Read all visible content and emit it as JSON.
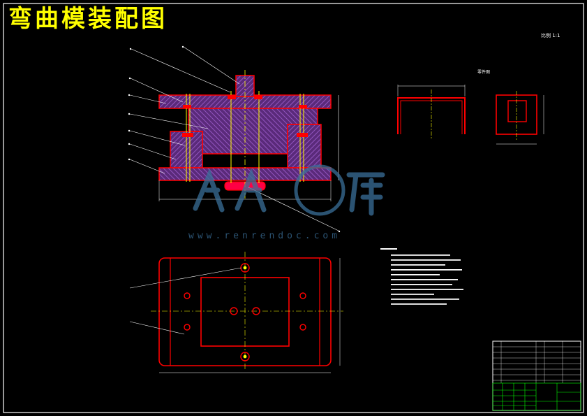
{
  "drawing": {
    "title": "弯曲模装配图",
    "scale_note": "比例 1:1",
    "part_view_label": "零件图"
  },
  "watermark": {
    "logo_text": "人人文库",
    "url_text": "www.renrendoc.com"
  },
  "colors": {
    "background": "#000000",
    "border": "#ffffff",
    "outline": "#ff0000",
    "hatch": "#8040a0",
    "centerline": "#ffff00",
    "title_text": "#ffff00",
    "table_grid": "#00ff00"
  }
}
